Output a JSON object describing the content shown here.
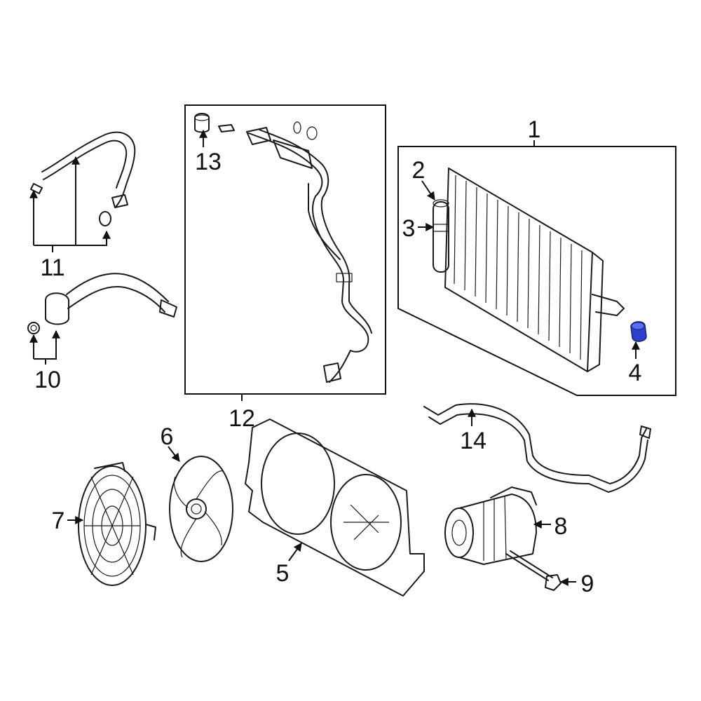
{
  "diagram": {
    "callouts": {
      "c1": "1",
      "c2": "2",
      "c3": "3",
      "c4": "4",
      "c5": "5",
      "c6": "6",
      "c7": "7",
      "c8": "8",
      "c9": "9",
      "c10": "10",
      "c11": "11",
      "c12": "12",
      "c13": "13",
      "c14": "14"
    },
    "highlight_color": "#2b3fc7",
    "line_color": "#1a1a1a"
  }
}
